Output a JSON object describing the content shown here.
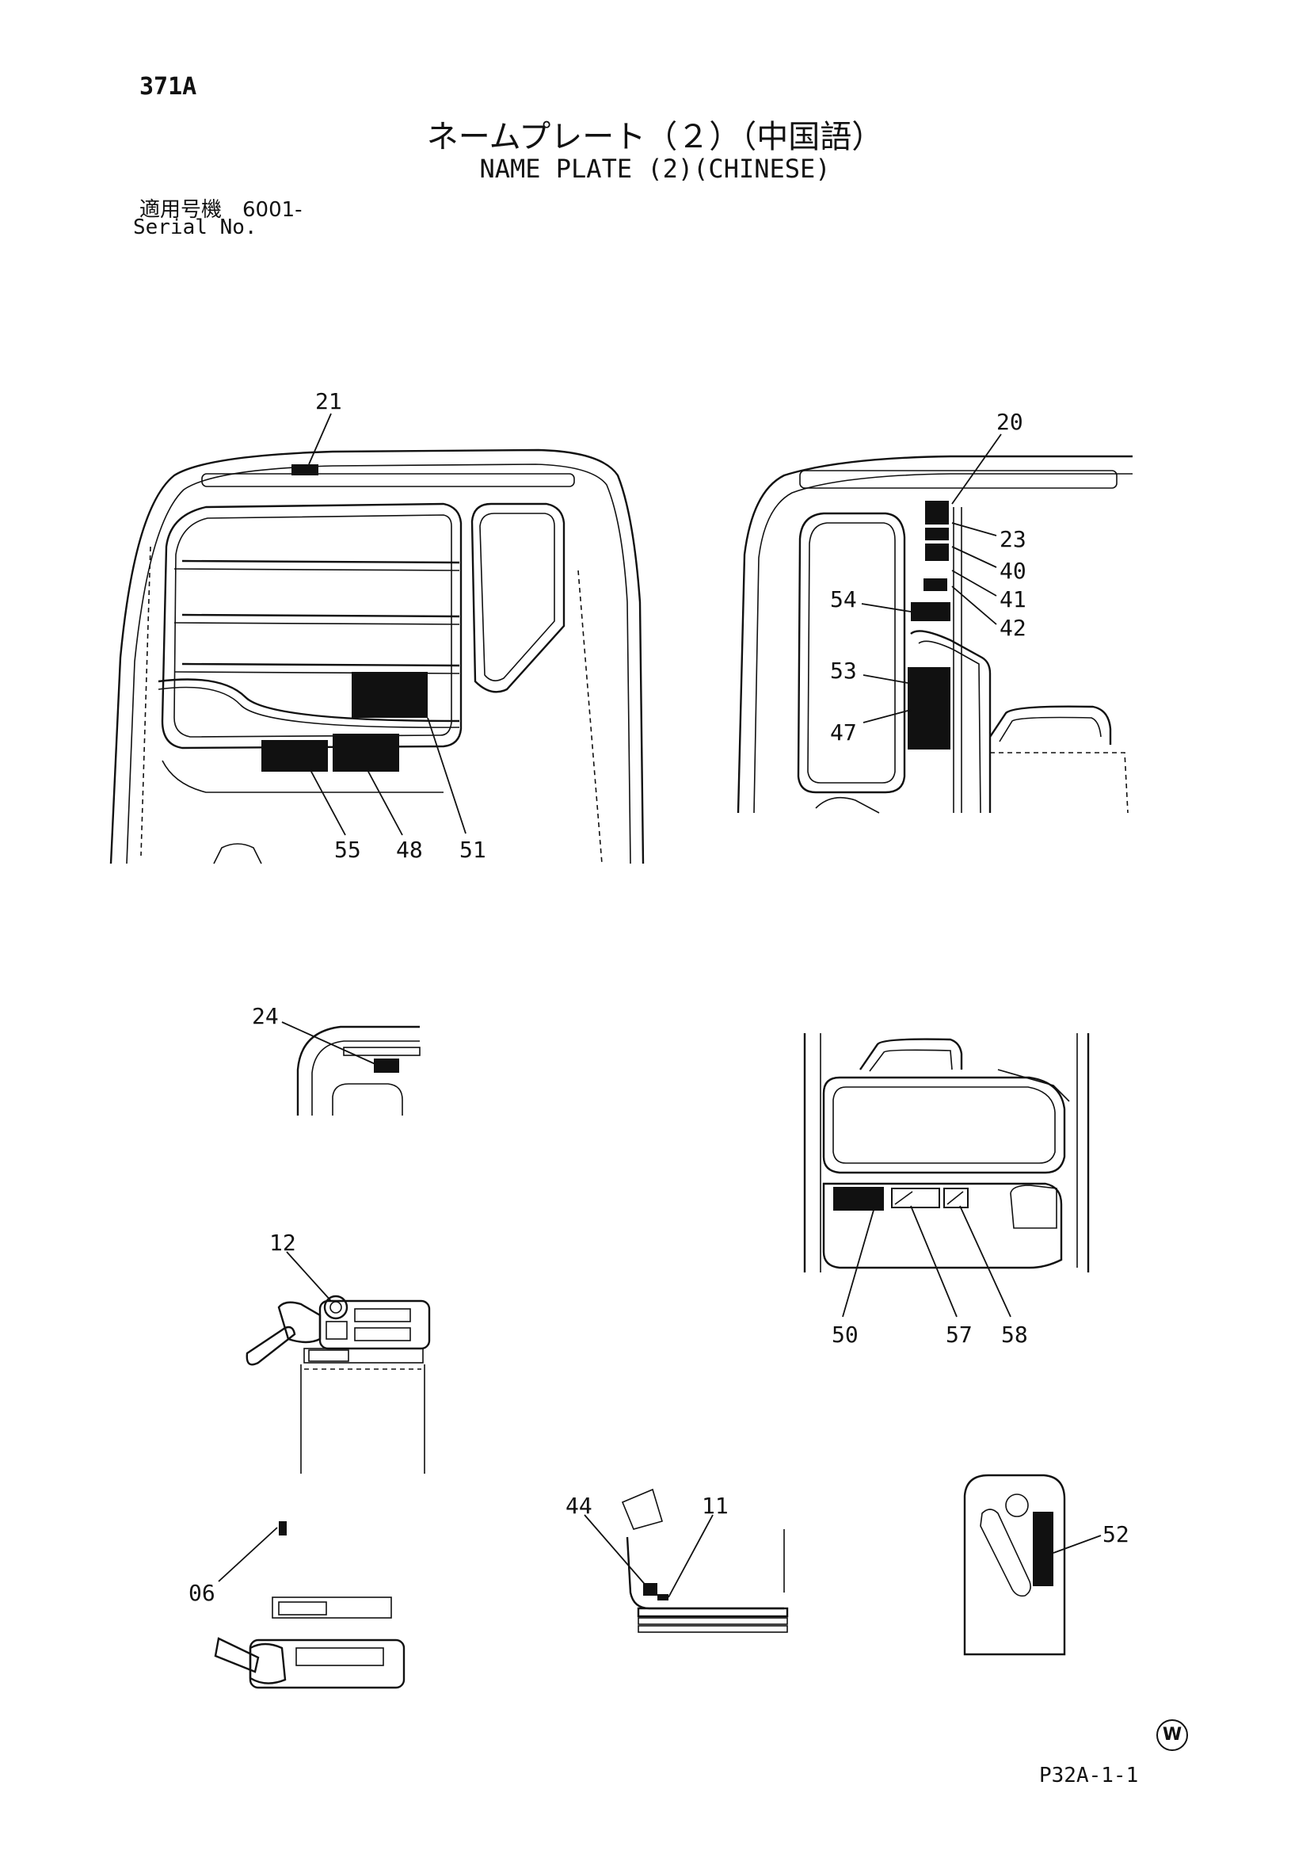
{
  "header": {
    "page_code": "371A",
    "title_jp": "ネームプレート（２）（中国語）",
    "title_en": "NAME PLATE (2)(CHINESE)",
    "serial_label_jp": "適用号機　6001-",
    "serial_label_en": "Serial No."
  },
  "footer": {
    "watermark_mark": "W",
    "drawing_code": "P32A-1-1"
  },
  "callouts": {
    "c21": "21",
    "c20": "20",
    "c23": "23",
    "c40": "40",
    "c41": "41",
    "c42": "42",
    "c54": "54",
    "c53": "53",
    "c47": "47",
    "c55": "55",
    "c48": "48",
    "c51": "51",
    "c24": "24",
    "c12": "12",
    "c50": "50",
    "c57": "57",
    "c58": "58",
    "c06": "06",
    "c44": "44",
    "c11": "11",
    "c52": "52"
  }
}
